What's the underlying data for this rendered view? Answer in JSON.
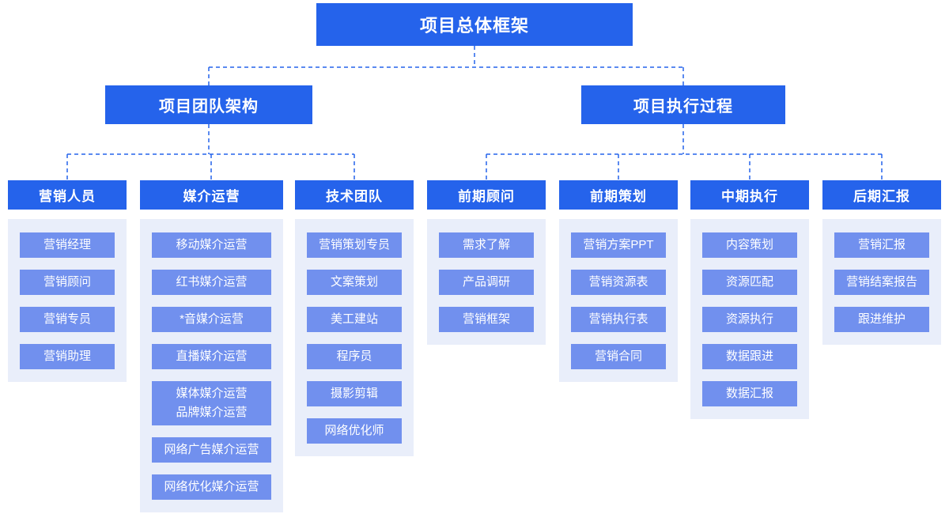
{
  "title": "项目总体框架",
  "branches": [
    {
      "label": "项目团队架构"
    },
    {
      "label": "项目执行过程"
    }
  ],
  "columns": [
    {
      "header": "营销人员",
      "branch": 0,
      "items": [
        {
          "label": "营销经理"
        },
        {
          "label": "营销顾问"
        },
        {
          "label": "营销专员"
        },
        {
          "label": "营销助理"
        }
      ]
    },
    {
      "header": "媒介运营",
      "branch": 0,
      "items": [
        {
          "label": "移动媒介运营"
        },
        {
          "label": "红书媒介运营"
        },
        {
          "label": "*音媒介运营"
        },
        {
          "label": "直播媒介运营"
        },
        {
          "label": "媒体媒介运营",
          "label2": "品牌媒介运营"
        },
        {
          "label": "网络广告媒介运营"
        },
        {
          "label": "网络优化媒介运营"
        }
      ]
    },
    {
      "header": "技术团队",
      "branch": 0,
      "items": [
        {
          "label": "营销策划专员"
        },
        {
          "label": "文案策划"
        },
        {
          "label": "美工建站"
        },
        {
          "label": "程序员"
        },
        {
          "label": "摄影剪辑"
        },
        {
          "label": "网络优化师"
        }
      ]
    },
    {
      "header": "前期顾问",
      "branch": 1,
      "items": [
        {
          "label": "需求了解"
        },
        {
          "label": "产品调研"
        },
        {
          "label": "营销框架"
        }
      ]
    },
    {
      "header": "前期策划",
      "branch": 1,
      "items": [
        {
          "label": "营销方案PPT"
        },
        {
          "label": "营销资源表"
        },
        {
          "label": "营销执行表"
        },
        {
          "label": "营销合同"
        }
      ]
    },
    {
      "header": "中期执行",
      "branch": 1,
      "items": [
        {
          "label": "内容策划"
        },
        {
          "label": "资源匹配"
        },
        {
          "label": "资源执行"
        },
        {
          "label": "数据跟进"
        },
        {
          "label": "数据汇报"
        }
      ]
    },
    {
      "header": "后期汇报",
      "branch": 1,
      "items": [
        {
          "label": "营销汇报"
        },
        {
          "label": "营销结案报告"
        },
        {
          "label": "跟进维护"
        }
      ]
    }
  ],
  "colors": {
    "primary": "#2563eb",
    "item_box": "#7190ee",
    "panel_bg": "#e9eefa",
    "connector": "#2563eb",
    "box_text": "#ffffff"
  }
}
